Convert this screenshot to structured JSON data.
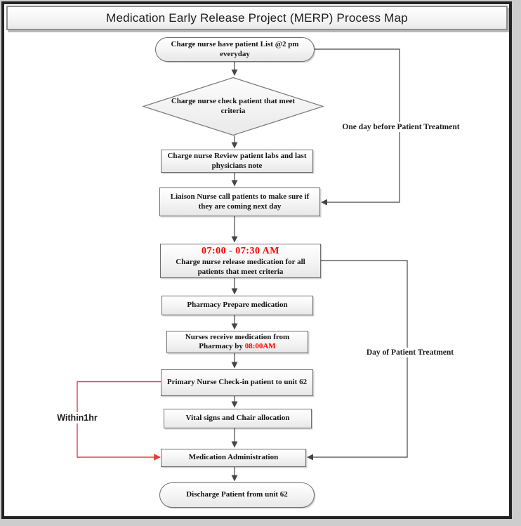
{
  "title": "Medication Early Release Project (MERP)  Process Map",
  "nodes": {
    "start": "Charge nurse have patient List @2 pm everyday",
    "decision": "Charge nurse check patient that meet criteria",
    "review": "Charge nurse  Review patient labs and last physicians note",
    "liaison": "Liaison Nurse call patients  to make sure if they are coming next day",
    "release_time": "07:00 - 07:30  AM",
    "release_body": "Charge nurse release medication for all patients that meet criteria",
    "pharmacy": "Pharmacy Prepare medication",
    "receive_text": "Nurses receive medication from Pharmacy  by ",
    "receive_time": "08:00AM",
    "checkin": "Primary Nurse Check-in patient to unit 62",
    "vitals": "Vital signs and Chair allocation",
    "administration": "Medication Administration",
    "discharge": "Discharge Patient from unit 62"
  },
  "annotations": {
    "one_day_before": "One day before Patient Treatment",
    "day_of": "Day of  Patient Treatment",
    "within_1hr": "Within1hr"
  },
  "colors": {
    "highlight_red": "#ff0000",
    "connector_red": "#ee3b3b",
    "connector_black": "#454545"
  }
}
